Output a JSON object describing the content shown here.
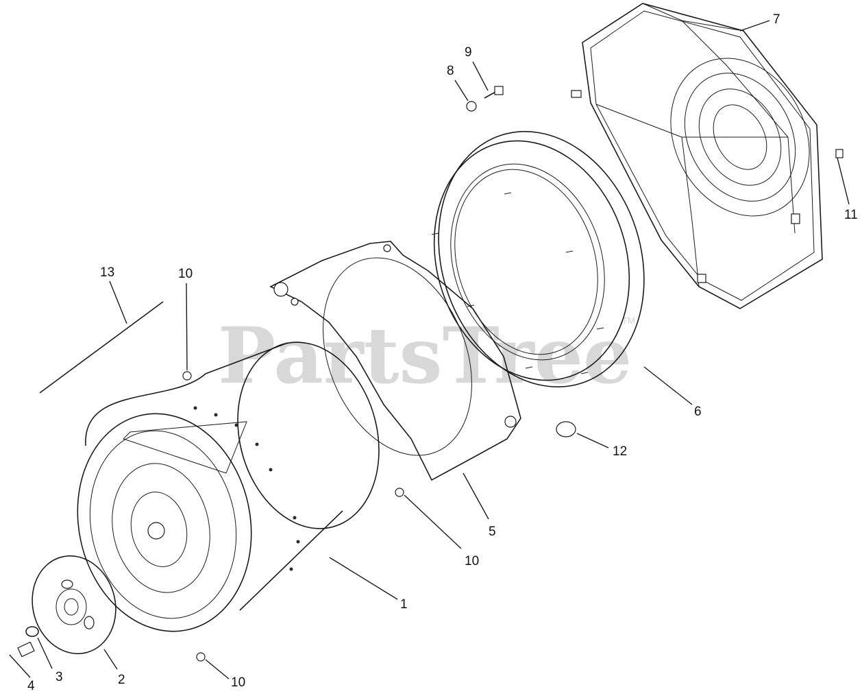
{
  "watermark": {
    "brand": "PartsTree",
    "trademark": "TM"
  },
  "callouts": [
    {
      "id": "c1",
      "label": "1"
    },
    {
      "id": "c2",
      "label": "2"
    },
    {
      "id": "c3",
      "label": "3"
    },
    {
      "id": "c4",
      "label": "4"
    },
    {
      "id": "c5",
      "label": "5"
    },
    {
      "id": "c6",
      "label": "6"
    },
    {
      "id": "c7",
      "label": "7"
    },
    {
      "id": "c8",
      "label": "8"
    },
    {
      "id": "c9",
      "label": "9"
    },
    {
      "id": "c10a",
      "label": "10"
    },
    {
      "id": "c10b",
      "label": "10"
    },
    {
      "id": "c10c",
      "label": "10"
    },
    {
      "id": "c11",
      "label": "11"
    },
    {
      "id": "c12",
      "label": "12"
    },
    {
      "id": "c13",
      "label": "13"
    }
  ]
}
